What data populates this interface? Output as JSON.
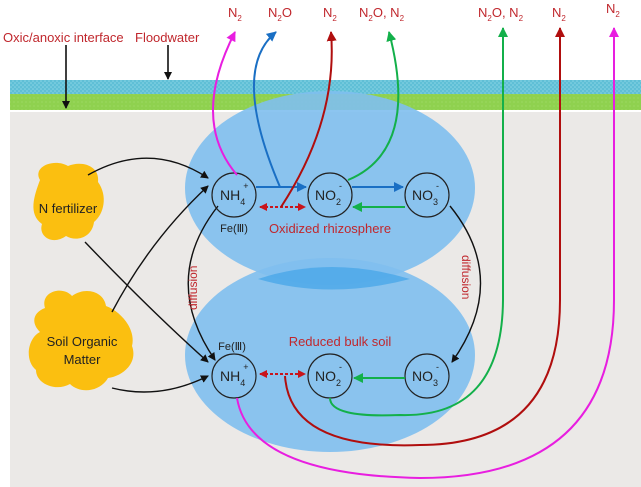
{
  "labels": {
    "interface": "Oxic/anoxic interface",
    "floodwater": "Floodwater",
    "n_fertilizer": "N fertilizer",
    "som_line1": "Soil Organic",
    "som_line2": "Matter",
    "oxidized_zone": "Oxidized rhizosphere",
    "reduced_zone": "Reduced bulk soil",
    "diffusion_left": "diffusion",
    "diffusion_right": "diffusion",
    "fe_top": "Fe(Ⅲ)",
    "fe_bottom": "Fe(Ⅲ)"
  },
  "species": {
    "nh4": {
      "base": "NH",
      "sub": "4",
      "sup": "+"
    },
    "no2": {
      "base": "NO",
      "sub": "2",
      "sup": "-"
    },
    "no3": {
      "base": "NO",
      "sub": "3",
      "sup": "-"
    }
  },
  "gases": [
    {
      "id": "g1",
      "parts": [
        [
          "N",
          "2"
        ]
      ],
      "color_key": "magenta"
    },
    {
      "id": "g2",
      "parts": [
        [
          "N",
          "2"
        ],
        [
          "O",
          ""
        ]
      ],
      "color_key": "blue"
    },
    {
      "id": "g3",
      "parts": [
        [
          "N",
          "2"
        ]
      ],
      "color_key": "red"
    },
    {
      "id": "g4",
      "text": "N2O, N2",
      "color_key": "green"
    },
    {
      "id": "g5",
      "text": "N2O, N2",
      "color_key": "green"
    },
    {
      "id": "g6",
      "parts": [
        [
          "N",
          "2"
        ]
      ],
      "color_key": "red"
    },
    {
      "id": "g7",
      "parts": [
        [
          "N",
          "2"
        ]
      ],
      "color_key": "magenta"
    }
  ],
  "colors": {
    "magenta": "#e81ee0",
    "blue": "#1a6fc4",
    "red": "#b00e0e",
    "green": "#13b04a",
    "label_red": "#c0272d",
    "water": "#5fbfd6",
    "interface_green": "#8fd14f",
    "soil": "#ebe9e7",
    "zone_blue": "#7fbfee",
    "blob": "#fbbf10"
  }
}
